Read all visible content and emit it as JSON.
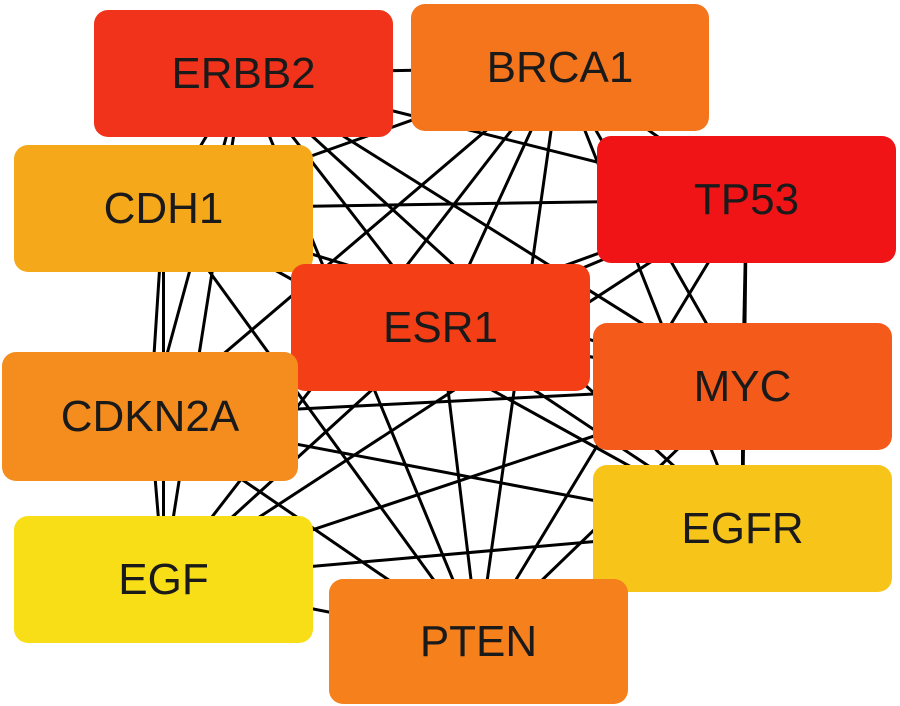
{
  "nodes": [
    {
      "id": "ERBB2",
      "label": "ERBB2",
      "color": "#f2331c"
    },
    {
      "id": "BRCA1",
      "label": "BRCA1",
      "color": "#f4751c"
    },
    {
      "id": "CDH1",
      "label": "CDH1",
      "color": "#f5a81a"
    },
    {
      "id": "TP53",
      "label": "TP53",
      "color": "#f01416"
    },
    {
      "id": "ESR1",
      "label": "ESR1",
      "color": "#f43f16"
    },
    {
      "id": "MYC",
      "label": "MYC",
      "color": "#f45b1a"
    },
    {
      "id": "CDKN2A",
      "label": "CDKN2A",
      "color": "#f58c1e"
    },
    {
      "id": "EGFR",
      "label": "EGFR",
      "color": "#f7c41a"
    },
    {
      "id": "EGF",
      "label": "EGF",
      "color": "#f8de16"
    },
    {
      "id": "PTEN",
      "label": "PTEN",
      "color": "#f5801c"
    }
  ],
  "edges": [
    [
      "ERBB2",
      "BRCA1"
    ],
    [
      "ERBB2",
      "CDH1"
    ],
    [
      "ERBB2",
      "TP53"
    ],
    [
      "ERBB2",
      "ESR1"
    ],
    [
      "ERBB2",
      "MYC"
    ],
    [
      "ERBB2",
      "CDKN2A"
    ],
    [
      "ERBB2",
      "EGFR"
    ],
    [
      "ERBB2",
      "EGF"
    ],
    [
      "ERBB2",
      "PTEN"
    ],
    [
      "BRCA1",
      "CDH1"
    ],
    [
      "BRCA1",
      "TP53"
    ],
    [
      "BRCA1",
      "ESR1"
    ],
    [
      "BRCA1",
      "MYC"
    ],
    [
      "BRCA1",
      "CDKN2A"
    ],
    [
      "BRCA1",
      "EGFR"
    ],
    [
      "BRCA1",
      "EGF"
    ],
    [
      "BRCA1",
      "PTEN"
    ],
    [
      "CDH1",
      "TP53"
    ],
    [
      "CDH1",
      "ESR1"
    ],
    [
      "CDH1",
      "MYC"
    ],
    [
      "CDH1",
      "CDKN2A"
    ],
    [
      "CDH1",
      "EGFR"
    ],
    [
      "CDH1",
      "EGF"
    ],
    [
      "CDH1",
      "PTEN"
    ],
    [
      "TP53",
      "ESR1"
    ],
    [
      "TP53",
      "MYC"
    ],
    [
      "TP53",
      "CDKN2A"
    ],
    [
      "TP53",
      "EGFR"
    ],
    [
      "TP53",
      "EGF"
    ],
    [
      "TP53",
      "PTEN"
    ],
    [
      "ESR1",
      "MYC"
    ],
    [
      "ESR1",
      "CDKN2A"
    ],
    [
      "ESR1",
      "EGFR"
    ],
    [
      "ESR1",
      "EGF"
    ],
    [
      "ESR1",
      "PTEN"
    ],
    [
      "MYC",
      "CDKN2A"
    ],
    [
      "MYC",
      "EGFR"
    ],
    [
      "MYC",
      "EGF"
    ],
    [
      "MYC",
      "PTEN"
    ],
    [
      "CDKN2A",
      "EGFR"
    ],
    [
      "CDKN2A",
      "EGF"
    ],
    [
      "CDKN2A",
      "PTEN"
    ],
    [
      "EGFR",
      "EGF"
    ],
    [
      "EGFR",
      "PTEN"
    ],
    [
      "EGF",
      "PTEN"
    ]
  ]
}
